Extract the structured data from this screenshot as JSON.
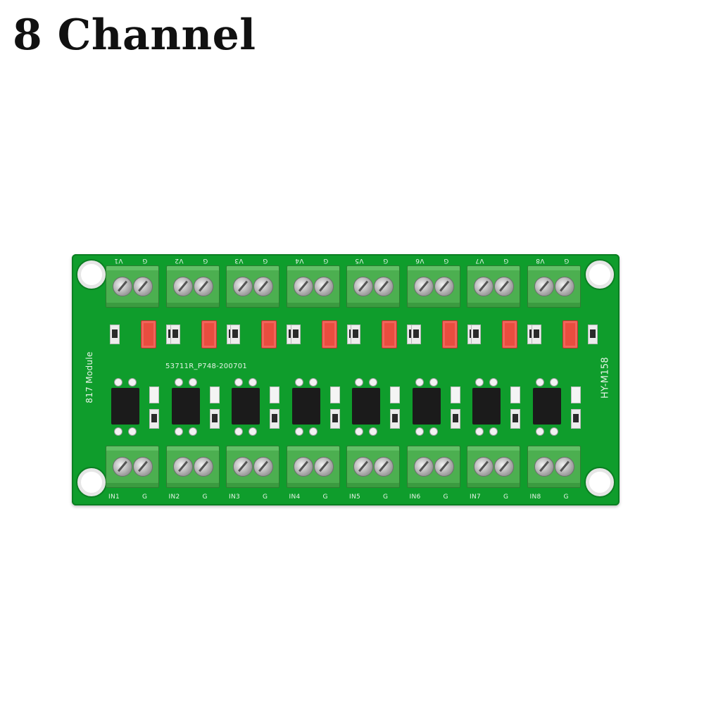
{
  "title": "8 Channel",
  "board": {
    "code_label": "53711R_P748-200701",
    "left_label": "817 Module",
    "right_label": "HY-M158",
    "top_terminals": [
      {
        "label": "V1",
        "g": "G"
      },
      {
        "label": "V2",
        "g": "G"
      },
      {
        "label": "V3",
        "g": "G"
      },
      {
        "label": "V4",
        "g": "G"
      },
      {
        "label": "V5",
        "g": "G"
      },
      {
        "label": "V6",
        "g": "G"
      },
      {
        "label": "V7",
        "g": "G"
      },
      {
        "label": "V8",
        "g": "G"
      }
    ],
    "bottom_terminals": [
      {
        "label": "IN1",
        "g": "G"
      },
      {
        "label": "IN2",
        "g": "G"
      },
      {
        "label": "IN3",
        "g": "G"
      },
      {
        "label": "IN4",
        "g": "G"
      },
      {
        "label": "IN5",
        "g": "G"
      },
      {
        "label": "IN6",
        "g": "G"
      },
      {
        "label": "IN7",
        "g": "G"
      },
      {
        "label": "IN8",
        "g": "G"
      }
    ]
  }
}
